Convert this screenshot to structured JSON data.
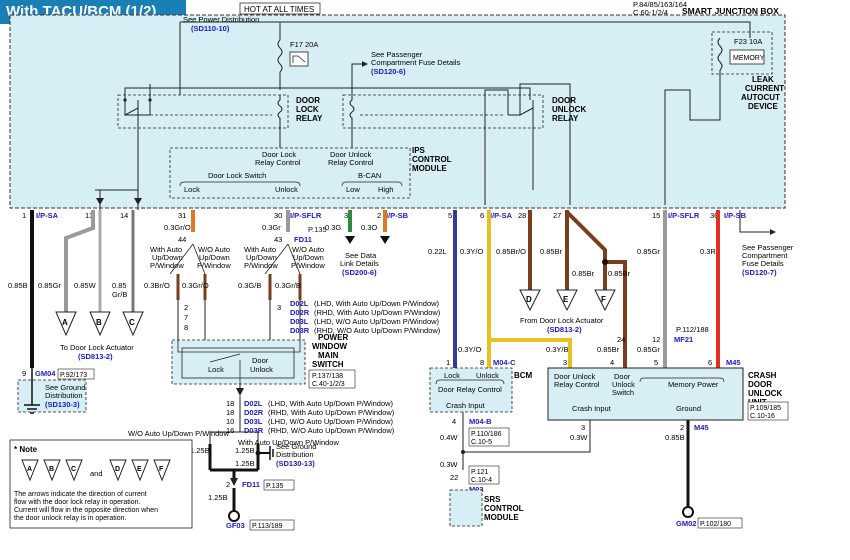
{
  "title": "With TACU/BCM (1/2)",
  "colors": {
    "header_bg": "#1a7fb5",
    "box_fill": "#d8eef5",
    "link_blue": "#1a1acd",
    "wire_black": "#111111",
    "wire_gray": "#9a9a9a",
    "wire_orange": "#e07a1e",
    "wire_green": "#2e8b3e",
    "wire_blue": "#2d3e9f",
    "wire_yellow": "#e8c020",
    "wire_brown": "#7a3e1e",
    "wire_red": "#e03020"
  },
  "top": {
    "hot": "HOT AT ALL TIMES",
    "ref1": "P.84/85/163/164",
    "ref2": "C.60-1/2/4",
    "sjb": "SMART JUNCTION BOX",
    "see_power": "See Power Distribution",
    "see_power_ref": "(SD110-10)",
    "fuse1": "F17 20A",
    "fuse2": "F23 10A",
    "memory": "MEMORY",
    "see_pass": "See Passenger",
    "see_pass2": "Compartment Fuse Details",
    "see_pass_ref": "(SD120-6)",
    "leak1": "LEAK",
    "leak2": "CURRENT",
    "leak3": "AUTOCUT",
    "leak4": "DEVICE",
    "dlr1": "DOOR",
    "dlr2": "LOCK",
    "dlr3": "RELAY",
    "dur1": "DOOR",
    "dur2": "UNLOCK",
    "dur3": "RELAY",
    "ips1": "IPS",
    "ips2": "CONTROL",
    "ips3": "MODULE",
    "dlrc1": "Door Lock",
    "dlrc2": "Relay Control",
    "durc1": "Door Unlock",
    "durc2": "Relay Control",
    "dls": "Door Lock Switch",
    "lock": "Lock",
    "unlock": "Unlock",
    "bcan": "B-CAN",
    "low": "Low",
    "high": "High"
  },
  "pins": {
    "p1": "1",
    "ipsa1": "I/P-SA",
    "p13": "13",
    "p14": "14",
    "p31": "31",
    "p30": "30",
    "ipsflr1": "I/P-SFLR",
    "p3": "3",
    "p2": "2",
    "ipsb1": "I/P-SB",
    "p5": "5",
    "p6": "6",
    "ipsa2": "I/P-SA",
    "p28": "28",
    "p27": "27",
    "p15": "15",
    "ipsflr2": "I/P-SFLR",
    "p36": "36",
    "ipsb2": "I/P-SB"
  },
  "wires": {
    "w_03gr1": "0.3Gr/O",
    "w_03gr2": "0.3Gr",
    "p44": "44",
    "p43": "43",
    "p135": "P.135",
    "fd11": "FD11",
    "w_03g": "0.3G",
    "w_03o": "0.3O",
    "see_data": "See Data",
    "see_data2": "Link Details",
    "see_data_ref": "(SD200-6)",
    "w_022l": "0.22L",
    "w_03yo": "0.3Y/O",
    "w_085bro": "0.85Br/O",
    "w_085br1": "0.85Br",
    "w_085br2": "0.85Br",
    "w_085br3": "0.85Br",
    "w_085gr": "0.85Gr",
    "w_03r": "0.3R",
    "see_pass3": "See Passenger",
    "see_pass4": "Compartment",
    "see_pass5": "Fuse Details",
    "see_pass_ref2": "(SD120-7)",
    "w_085b": "0.85B",
    "w_085gr2": "0.85Gr",
    "w_085w": "0.85W",
    "w_085grb1": "0.85",
    "w_085grb2": "Gr/B",
    "wa1": "With Auto",
    "wa2": "Up/Down",
    "wa3": "P/Window",
    "wo1": "W/O Auto",
    "wo2": "Up/Down",
    "wo3": "P/Window",
    "wa4": "With Auto",
    "wa5": "Up/Down",
    "wa6": "P/Window",
    "wo4": "W/O Auto",
    "wo5": "Up/Down",
    "wo6": "P/Window",
    "w_03bro": "0.3Br/O",
    "w_03gro": "0.3Gr/O",
    "w_03gb": "0.3G/B",
    "w_03gbl": "0.3Gr/B",
    "to_dla": "To Door Lock Actuator",
    "to_dla_ref": "(SD813-2)",
    "from_dla": "From Door Lock Actuator",
    "from_dla_ref": "(SD813-2)",
    "n2": "2",
    "n7": "7",
    "n8": "8",
    "n3": "3",
    "d02l": "D02L",
    "d02l_t": "(LHD, With Auto Up/Down P/Window)",
    "d02r": "D02R",
    "d02r_t": "(RHD, With Auto Up/Down P/Window)",
    "d03l": "D03L",
    "d03l_t": "(LHD, W/O Auto Up/Down P/Window)",
    "d03r": "D03R",
    "d03r_t": "(RHD, W/O Auto Up/Down P/Window)",
    "p112": "P.112/188",
    "mf21": "MF21",
    "p24": "24",
    "p12": "12",
    "w_085br4": "0.85Br",
    "w_085gr3": "0.85Gr"
  },
  "lower": {
    "gm04": "GM04",
    "gm04_ref": "P.92/173",
    "see_ground": "See Ground",
    "see_ground2": "Distribution",
    "see_ground_ref": "(SD130-3)",
    "pwm1": "POWER",
    "pwm2": "WINDOW",
    "pwm3": "MAIN",
    "pwm4": "SWITCH",
    "pwm_lock": "Lock",
    "pwm_door": "Door",
    "pwm_unlock": "Unlock",
    "pwm_ref1": "P.137/138",
    "pwm_ref2": "C.40-1/2/3",
    "n18a": "18",
    "n18b": "18",
    "n10": "10",
    "n16": "16",
    "d02l2": "D02L",
    "d02l2_t": "(LHD, With Auto Up/Down P/Window)",
    "d02r2": "D02R",
    "d02r2_t": "(RHD, With Auto Up/Down P/Window)",
    "d03l2": "D03L",
    "d03l2_t": "(LHD, W/O Auto Up/Down P/Window)",
    "d03r2": "D03R",
    "d03r2_t": "(RHD, W/O Auto Up/Down P/Window)",
    "wo_auto": "W/O Auto Up/Down P/Window",
    "with_auto": "With Auto Up/Down P/Window",
    "w125a": "1.25B",
    "w125b": "1.25B",
    "w125c": "1.25B",
    "w125d": "1.25B",
    "see_g3": "See Ground",
    "see_g4": "Distribution",
    "see_g_ref2": "(SD130-13)",
    "n2b": "2",
    "fd11b": "FD11",
    "p135b": "P.135",
    "gf03": "GF03",
    "gf03_ref": "P.113/189",
    "bcm_p1": "1",
    "bcm_p8": "8",
    "m04c": "M04-C",
    "bcm": "BCM",
    "bcm_lock": "Lock",
    "bcm_unlock": "Unlock",
    "bcm_drc": "Door Relay Control",
    "bcm_ci": "Crash Input",
    "bcm_4": "4",
    "w04w": "0.4W",
    "m04b": "M04-B",
    "p110": "P.110/186",
    "c105": "C.10-5",
    "w03w": "0.3W",
    "n22": "22",
    "p121": "P.121",
    "c104": "C.10-4",
    "m03": "M03",
    "srs1": "SRS",
    "srs2": "CONTROL",
    "srs3": "MODULE",
    "w03y": "0.3Y/O",
    "w03yb": "0.3Y/B",
    "cd_p3": "3",
    "cd_p4": "4",
    "cd_p5": "5",
    "cd_p6": "6",
    "m45": "M45",
    "m45b": "M45",
    "cd1": "Door Unlock",
    "cd2": "Relay Control",
    "cd3": "Door",
    "cd4": "Unlock",
    "cd5": "Switch",
    "cd6": "Memory Power",
    "cd_ci": "Crash Input",
    "cd_gnd": "Ground",
    "crash1": "CRASH",
    "crash2": "DOOR",
    "crash3": "UNLOCK",
    "crash4": "UNIT",
    "cd_ref1": "P.109/185",
    "cd_ref2": "C.10-16",
    "cd_3b": "3",
    "cd_2b": "2",
    "w03w2": "0.3W",
    "w085b2": "0.85B",
    "gm02": "GM02",
    "gm02_ref": "P.102/180",
    "note_title": "* Note",
    "note_and": "and",
    "note1": "The arrows indicate the direction of current",
    "note2": "flow with the door lock relay in operation.",
    "note3": "Current will flow in the opposite direction when",
    "note4": "the door unlock relay is in operation.",
    "conn_a": "A",
    "conn_b": "B",
    "conn_c": "C",
    "conn_d": "D",
    "conn_e": "E",
    "conn_f": "F",
    "n_a": "A",
    "n_b": "B",
    "n_c": "C",
    "n_d": "D",
    "n_e": "E",
    "n_f": "F"
  }
}
